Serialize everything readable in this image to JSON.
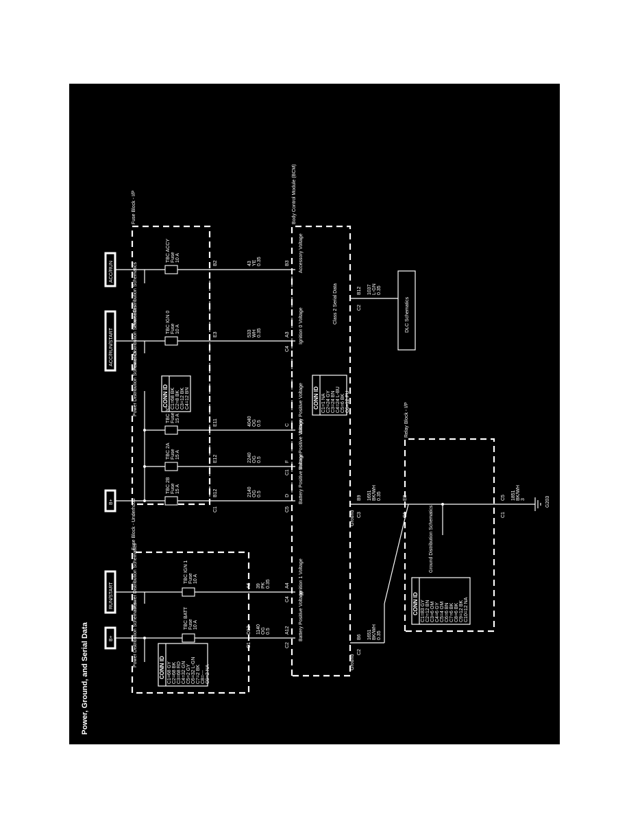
{
  "page": {
    "title": "Power, Ground, and Serial Data"
  },
  "sources": {
    "b_plus_1": "B+",
    "run_start": "RUN/START",
    "b_plus_2": "B+",
    "acc_run_start": "ACC/RUN/START",
    "acc_run": "ACC/RUN"
  },
  "modules": {
    "fuse_block_underhood": "Fuse Block - Underhood",
    "fuse_block_ip": "Fuse Block - I/P",
    "bcm": "Body Control Module (BCM)",
    "relay_block": "Relay Block - I/P",
    "dlc": "DLC Schematics"
  },
  "refs": {
    "pd": "Power Distribution Schematics",
    "gd": "Ground Distribution Schematics"
  },
  "fuses": {
    "f1": {
      "name": "TBC BATT",
      "label": "Fuse",
      "amps": "10 A"
    },
    "f2": {
      "name": "TBC IGN 1",
      "label": "Fuse",
      "amps": "10 A"
    },
    "f3": {
      "name": "TBC 2B",
      "label": "Fuse",
      "amps": "15 A"
    },
    "f4": {
      "name": "TBC 2A",
      "label": "Fuse",
      "amps": "15 A"
    },
    "f5": {
      "name": "TBC 2C",
      "label": "Fuse",
      "amps": "15 A"
    },
    "f6": {
      "name": "TBC IGN 0",
      "label": "Fuse",
      "amps": "10 A"
    },
    "f7": {
      "name": "TBC ACCY",
      "label": "Fuse",
      "amps": "10 A"
    }
  },
  "conn_ids": {
    "heading": "CONN ID",
    "underhood": [
      "C1=68 GY",
      "C2=68 BK",
      "C3=68 RD",
      "C4=32 GN",
      "C5=2 GY",
      "C6=32 L-GN",
      "C7=2 BK",
      "C8=---",
      "C9=2 NA"
    ],
    "ip": [
      "C1=68 BK",
      "C2=8 BK",
      "C3=12 BK",
      "C4=12 BN"
    ],
    "bcm": [
      "C1=1 NA",
      "C2=24 GY",
      "C3=24 BN",
      "C4=24 L-BU",
      "C5=6 BK",
      "C6=12 PU"
    ],
    "relay": [
      "C1=83 GY",
      "C2=12 BN",
      "C3=6 OM",
      "C4=6 GY",
      "C5=4 OM",
      "C6=6 BN",
      "C7=6 BK",
      "C8=6 BK",
      "C9=12 BK",
      "C10=12 NA"
    ]
  },
  "wires": {
    "w1": {
      "circuit": "1140",
      "color": "OG",
      "size": "0.5"
    },
    "w2": {
      "circuit": "39",
      "color": "PK",
      "size": "0.35"
    },
    "w3": {
      "circuit": "2140",
      "color": "OG",
      "size": "0.5"
    },
    "w4": {
      "circuit": "2240",
      "color": "OG",
      "size": "0.5"
    },
    "w5": {
      "circuit": "4040",
      "color": "OG",
      "size": "0.5"
    },
    "w6": {
      "circuit": "533",
      "color": "WH",
      "size": "0.35"
    },
    "w7": {
      "circuit": "43",
      "color": "YE",
      "size": "0.35"
    },
    "w8": {
      "circuit": "1037",
      "color": "L-GN",
      "size": "0.35"
    },
    "g1": {
      "circuit": "1651",
      "color": "BK/WH",
      "size": "0.35"
    },
    "g2": {
      "circuit": "1651",
      "color": "BK/WH",
      "size": "0.35"
    },
    "g3": {
      "circuit": "1851",
      "color": "BK/WH",
      "size": "3"
    }
  },
  "pins": {
    "c1": "C1",
    "c2": "C2",
    "c3": "C3",
    "c4": "C4",
    "c5": "C5",
    "d12": "D12",
    "a12": "A12",
    "a6": "A6",
    "a4": "A4",
    "b12": "B12",
    "e12": "E12",
    "e11": "E11",
    "e3": "E3",
    "b2": "B2",
    "d": "D",
    "f": "F",
    "c": "C",
    "a3": "A3",
    "b3": "B3",
    "b6": "B6",
    "b9": "B9",
    "e8": "E8"
  },
  "functions": {
    "bpv": "Battery Positive Voltage",
    "ign1": "Ignition 1 Voltage",
    "ign0": "Ignition 0 Voltage",
    "accy": "Accessory Voltage",
    "class2": "Class 2 Serial Data",
    "ground": "Ground"
  },
  "ground_point": "G203"
}
